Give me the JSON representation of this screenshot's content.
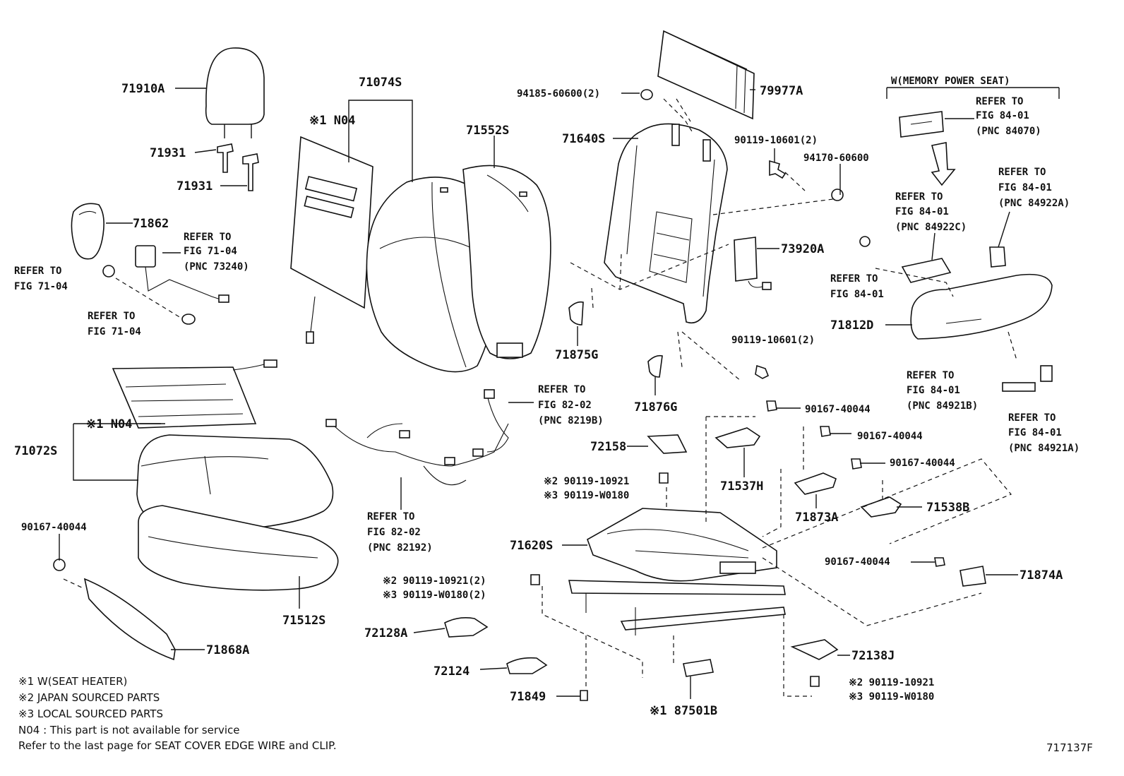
{
  "labels": {
    "p71910A": "71910A",
    "p71931a": "71931",
    "p71931b": "71931",
    "p71862": "71862",
    "p71074S": "71074S",
    "p71552S": "71552S",
    "n04_top": "※1 N04",
    "n04_bottom": "※1 N04",
    "p71072S": "71072S",
    "p71512S": "71512S",
    "p71868A": "71868A",
    "p90167_left": "90167-40044",
    "p94185": "94185-60600(2)",
    "p79977A": "79977A",
    "p71640S": "71640S",
    "p90119_10601_top": "90119-10601(2)",
    "p94170": "94170-60600",
    "p73920A": "73920A",
    "p71875G": "71875G",
    "p71876G": "71876G",
    "p90119_10601_mid": "90119-10601(2)",
    "p90167_a": "90167-40044",
    "p90167_b": "90167-40044",
    "p90167_c": "90167-40044",
    "p72158": "72158",
    "p71537H": "71537H",
    "p71873A": "71873A",
    "p71538B": "71538B",
    "p90119_10921_a": "※2 90119-10921",
    "p90119_W0180_a": "※3 90119-W0180",
    "p71620S": "71620S",
    "p90119_10921_b": "※2 90119-10921(2)",
    "p90119_W0180_b": "※3 90119-W0180(2)",
    "p72128A": "72128A",
    "p72124": "72124",
    "p71849": "71849",
    "p87501B": "※1 87501B",
    "p72138J": "72138J",
    "p90119_10921_c": "※2 90119-10921",
    "p90119_W0180_c": "※3 90119-W0180",
    "p90167_right": "90167-40044",
    "p71874A": "71874A",
    "p71812D": "71812D",
    "memory_seat": "W(MEMORY POWER SEAT)"
  },
  "refs": {
    "r1": [
      "REFER TO",
      "FIG 71-04",
      "(PNC 73240)"
    ],
    "r2": [
      "REFER TO",
      "FIG 71-04"
    ],
    "r3": [
      "REFER TO",
      "FIG 71-04"
    ],
    "r4": [
      "REFER TO",
      "FIG 82-02",
      "(PNC 8219B)"
    ],
    "r5": [
      "REFER TO",
      "FIG 82-02",
      "(PNC 82192)"
    ],
    "r6": [
      "REFER TO",
      "FIG 84-01",
      "(PNC 84070)"
    ],
    "r7": [
      "REFER TO",
      "FIG 84-01",
      "(PNC 84922A)"
    ],
    "r8": [
      "REFER TO",
      "FIG 84-01",
      "(PNC 84922C)"
    ],
    "r9": [
      "REFER TO",
      "FIG 84-01"
    ],
    "r10": [
      "REFER TO",
      "FIG 84-01",
      "(PNC 84921B)"
    ],
    "r11": [
      "REFER TO",
      "FIG 84-01",
      "(PNC 84921A)"
    ]
  },
  "notes": [
    "※1 W(SEAT HEATER)",
    "※2 JAPAN SOURCED PARTS",
    "※3 LOCAL SOURCED PARTS",
    "N04 : This part is not available for service",
    "Refer to the last page for SEAT COVER EDGE WIRE and CLIP."
  ],
  "figure_id": "717137F"
}
